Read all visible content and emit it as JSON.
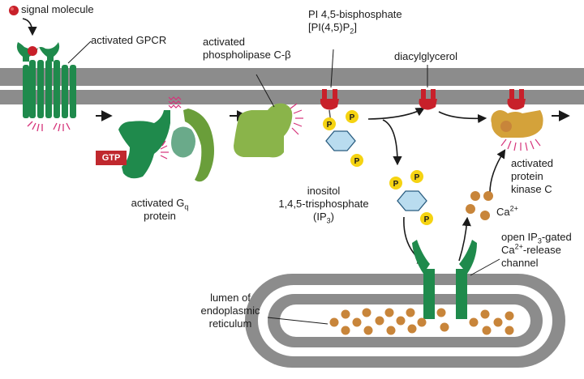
{
  "labels": {
    "signal_molecule": "signal molecule",
    "activated_gpcr": "activated GPCR",
    "plc_line1": "activated",
    "plc_line2": "phospholipase C-β",
    "pip2_line1": "PI 4,5-bisphosphate",
    "pip2_line2a": "[PI(4,5)P",
    "pip2_line2_sub": "2",
    "pip2_line2b": "]",
    "dag": "diacylglycerol",
    "gtp": "GTP",
    "gq_line1": "activated G",
    "gq_line1_sub": "q",
    "gq_line2": "protein",
    "ip3_line1": "inositol",
    "ip3_line2": "1,4,5-trisphosphate",
    "ip3_line3a": "(IP",
    "ip3_line3_sub": "3",
    "ip3_line3b": ")",
    "pkc_line1": "activated",
    "pkc_line2": "protein",
    "pkc_line3": "kinase C",
    "ca_a": "Ca",
    "ca_sup": "2+",
    "channel_line1a": "open IP",
    "channel_line1_sub": "3",
    "channel_line1b": "-gated",
    "channel_line2a": "Ca",
    "channel_line2_sup": "2+",
    "channel_line2b": "-release",
    "channel_line3": "channel",
    "lumen_line1": "lumen of",
    "lumen_line2": "endoplasmic",
    "lumen_line3": "reticulum",
    "phosphate": "P"
  },
  "colors": {
    "membrane": "#8c8c8c",
    "receptor_green": "#1f8a4c",
    "gq_green": "#6a9e3a",
    "gq_teal": "#6aaa8a",
    "plc_green": "#8ab44a",
    "lipid_red": "#c8202a",
    "phosphate_yellow": "#f5d312",
    "inositol_blue": "#b9dcef",
    "pkc_gold": "#d4a23a",
    "calcium": "#c8853a",
    "activation_pink": "#d6337a",
    "gtp_red": "#c0282e"
  }
}
